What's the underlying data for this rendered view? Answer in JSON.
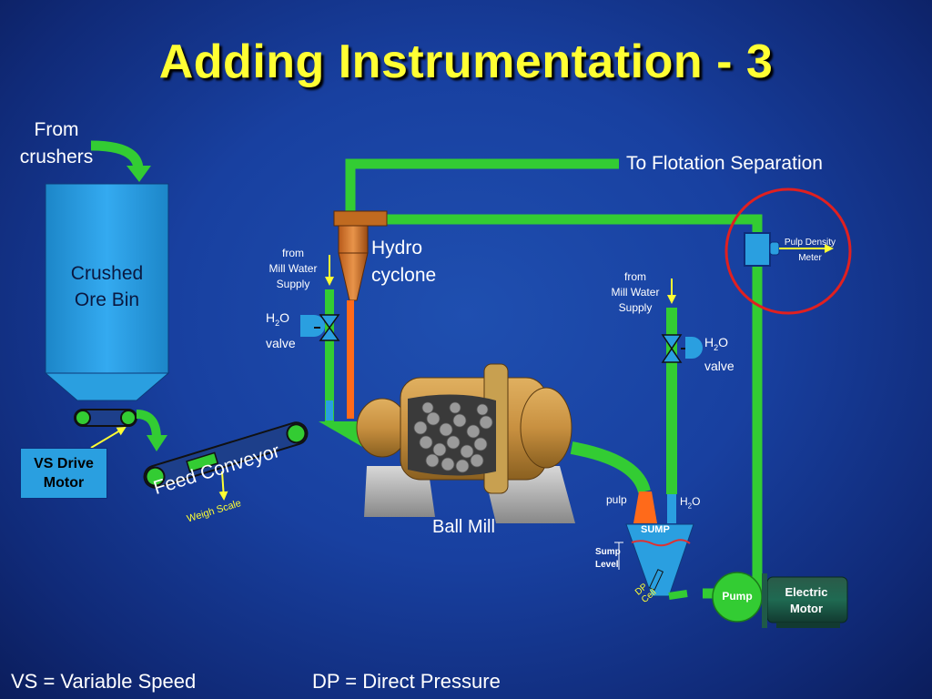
{
  "slide": {
    "title": "Adding Instrumentation - 3"
  },
  "labels": {
    "from_crushers_1": "From",
    "from_crushers_2": "crushers",
    "to_flotation": "To Flotation Separation",
    "ore_bin_1": "Crushed",
    "ore_bin_2": "Ore Bin",
    "vs_drive_1": "VS Drive",
    "vs_drive_2": "Motor",
    "feed_conveyor": "Feed Conveyor",
    "weigh_scale": "Weigh Scale",
    "hydrocyclone_1": "Hydro",
    "hydrocyclone_2": "cyclone",
    "mill_water_left_1": "from",
    "mill_water_left_2": "Mill Water",
    "mill_water_left_3": "Supply",
    "h2o_valve_left_h": "H",
    "h2o_valve_left_sub": "2",
    "h2o_valve_left_o": "O",
    "h2o_valve_left_valve": "valve",
    "mill_water_right_1": "from",
    "mill_water_right_2": "Mill Water",
    "mill_water_right_3": "Supply",
    "h2o_valve_right_h": "H",
    "h2o_valve_right_sub": "2",
    "h2o_valve_right_o": "O",
    "h2o_valve_right_valve": "valve",
    "pulp_density_1": "Pulp Density",
    "pulp_density_2": "Meter",
    "ball_mill": "Ball Mill",
    "pulp": "pulp",
    "h2o_sump_h": "H",
    "h2o_sump_sub": "2",
    "h2o_sump_o": "O",
    "sump": "SUMP",
    "sump_level_1": "Sump",
    "sump_level_2": "Level",
    "dp_cell_1": "DP",
    "dp_cell_2": "Cell",
    "pump": "Pump",
    "electric_motor_1": "Electric",
    "electric_motor_2": "Motor"
  },
  "footer": {
    "vs_definition": "VS = Variable Speed",
    "dp_definition": "DP = Direct Pressure"
  },
  "colors": {
    "background": "#1840a0",
    "title": "#ffff33",
    "pipe_green": "#33cc33",
    "ore_bin": "#2a9fe0",
    "orange_flow": "#ff6a1a",
    "highlight_circle": "#e02020",
    "arrow_yellow": "#ffff33"
  }
}
